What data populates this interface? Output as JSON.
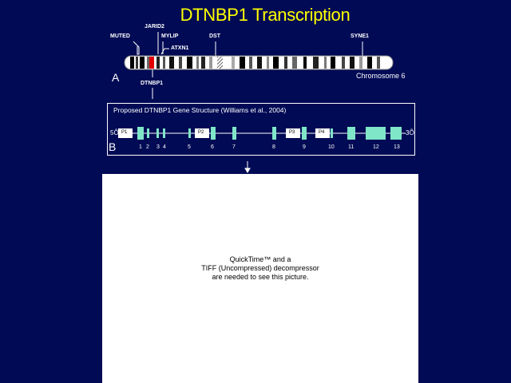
{
  "title": "DTNBP1 Transcription",
  "chromosome": {
    "label": "Chromosome 6",
    "panel_letter": "A",
    "gene_labels": [
      "MUTED",
      "JARID2",
      "MYLIP",
      "ATXN1",
      "DST",
      "SYNE1",
      "DTNBP1"
    ]
  },
  "gene_structure": {
    "caption": "Proposed DTNBP1 Gene Structure (Williams et al., 2004)",
    "panel_letter": "B",
    "five_prime": "5Õ",
    "three_prime": "3Õ",
    "promoters": [
      "P1",
      "P2",
      "P3",
      "P4"
    ],
    "exon_numbers": [
      "1",
      "2",
      "3",
      "4",
      "5",
      "6",
      "7",
      "8",
      "9",
      "10",
      "11",
      "12",
      "13"
    ]
  },
  "placeholder": {
    "line1": "QuickTime™ and a",
    "line2": "TIFF (Uncompressed) decompressor",
    "line3": "are needed to see this picture."
  },
  "colors": {
    "background": "#000a55",
    "title": "#ffff00",
    "exon": "#7fe6c8",
    "highlight": "#e00000"
  }
}
